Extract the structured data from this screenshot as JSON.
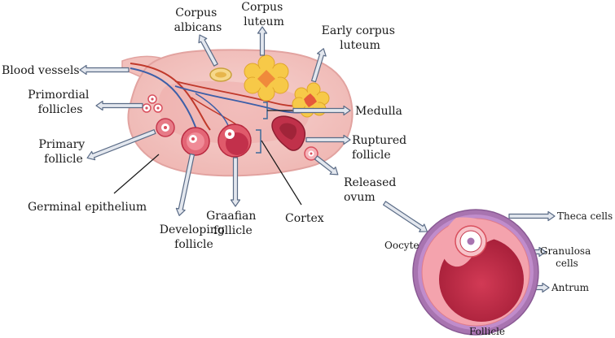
{
  "labels": {
    "corpus_albicans": [
      "Corpus",
      "albicans"
    ],
    "corpus_luteum": [
      "Corpus",
      "luteum"
    ],
    "early_corpus_luteum": [
      "Early corpus",
      "luteum"
    ],
    "blood_vessels": "Blood vessels",
    "primordial_follicles": [
      "Primordial",
      "follicles"
    ],
    "medulla": "Medulla",
    "primary_follicle": [
      "Primary",
      "follicle"
    ],
    "ruptured_follicle": [
      "Ruptured",
      "follicle"
    ],
    "released_ovum": [
      "Released",
      "ovum"
    ],
    "germinal_epithelium": "Germinal epithelium",
    "developing_follicle": [
      "Developing",
      "follicle"
    ],
    "graafian_follicle": [
      "Graafian",
      "follicle"
    ],
    "cortex": "Cortex",
    "theca_cells": "Theca cells",
    "oocyte": "Oocyte",
    "granulosa_cells": [
      "Granulosa",
      "cells"
    ],
    "antrum": "Antrum",
    "follicle": "Follicle"
  },
  "colors": {
    "ovary_fill": "#f4c9c6",
    "ovary_outline": "#e2a3a0",
    "follicle_red": "#d9505e",
    "follicle_dark": "#b8283f",
    "corpus_yellow": "#f7c948",
    "corpus_orange": "#f08a3b",
    "vessel_red": "#c0392b",
    "vessel_blue": "#3d5fa8",
    "arrow_fill": "#e3e7ee",
    "arrow_stroke": "#5a6b86",
    "theca_purple": "#a874b0",
    "granulosa_pink": "#f4a3ad",
    "antrum_red": "#c2304b"
  }
}
